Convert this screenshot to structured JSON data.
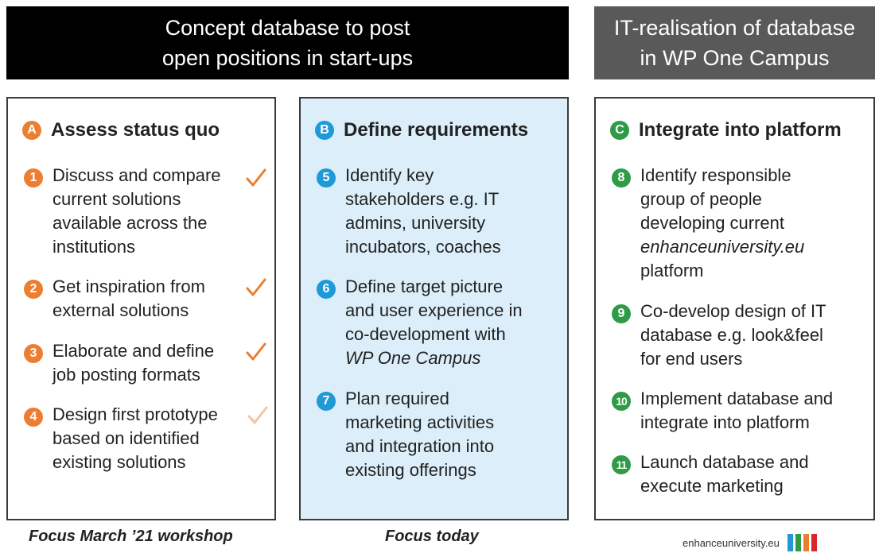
{
  "banners": {
    "left": {
      "line1": "Concept database to post",
      "line2": "open positions in start-ups"
    },
    "right": {
      "line1": "IT-realisation of database",
      "line2": "in WP One Campus"
    }
  },
  "colors": {
    "orange": "#ed7d31",
    "blue": "#1f9ad6",
    "green": "#2e9b46",
    "highlight_bg": "#dbeef9"
  },
  "columns": [
    {
      "badge": "A",
      "title": "Assess status quo",
      "items": [
        {
          "num": "1",
          "lines": [
            "Discuss and compare",
            "current solutions",
            "available across the",
            "institutions"
          ],
          "check": "done"
        },
        {
          "num": "2",
          "lines": [
            "Get inspiration from",
            "external solutions"
          ],
          "check": "done"
        },
        {
          "num": "3",
          "lines": [
            "Elaborate and define",
            "job posting formats"
          ],
          "check": "done"
        },
        {
          "num": "4",
          "lines": [
            "Design first prototype",
            "based on identified",
            "existing solutions"
          ],
          "check": "partial"
        }
      ],
      "focus": "Focus March ’21 workshop"
    },
    {
      "badge": "B",
      "title": "Define requirements",
      "items": [
        {
          "num": "5",
          "lines": [
            "Identify key",
            "stakeholders e.g. IT",
            "admins, university",
            "incubators, coaches"
          ]
        },
        {
          "num": "6",
          "lines": [
            "Define target picture",
            "and user experience in",
            "co-development with"
          ],
          "italic_line": "WP One Campus"
        },
        {
          "num": "7",
          "lines": [
            "Plan required",
            "marketing activities",
            "and integration into",
            "existing offerings"
          ]
        }
      ],
      "focus": "Focus today"
    },
    {
      "badge": "C",
      "title": "Integrate into platform",
      "items": [
        {
          "num": "8",
          "lines": [
            "Identify responsible",
            "group of people",
            "developing current"
          ],
          "italic_line": "enhanceuniversity.eu",
          "last_line": "platform"
        },
        {
          "num": "9",
          "lines": [
            "Co-develop design of IT",
            "database e.g. look&feel",
            "for end users"
          ]
        },
        {
          "num": "10",
          "lines": [
            "Implement database and",
            "integrate into platform"
          ]
        },
        {
          "num": "11",
          "lines": [
            "Launch database and",
            "execute marketing"
          ]
        }
      ]
    }
  ],
  "logo": {
    "text": "enhanceuniversity.eu",
    "bar_colors": [
      "#1f9ad6",
      "#2e9b46",
      "#ed7d31",
      "#d9262c"
    ]
  }
}
